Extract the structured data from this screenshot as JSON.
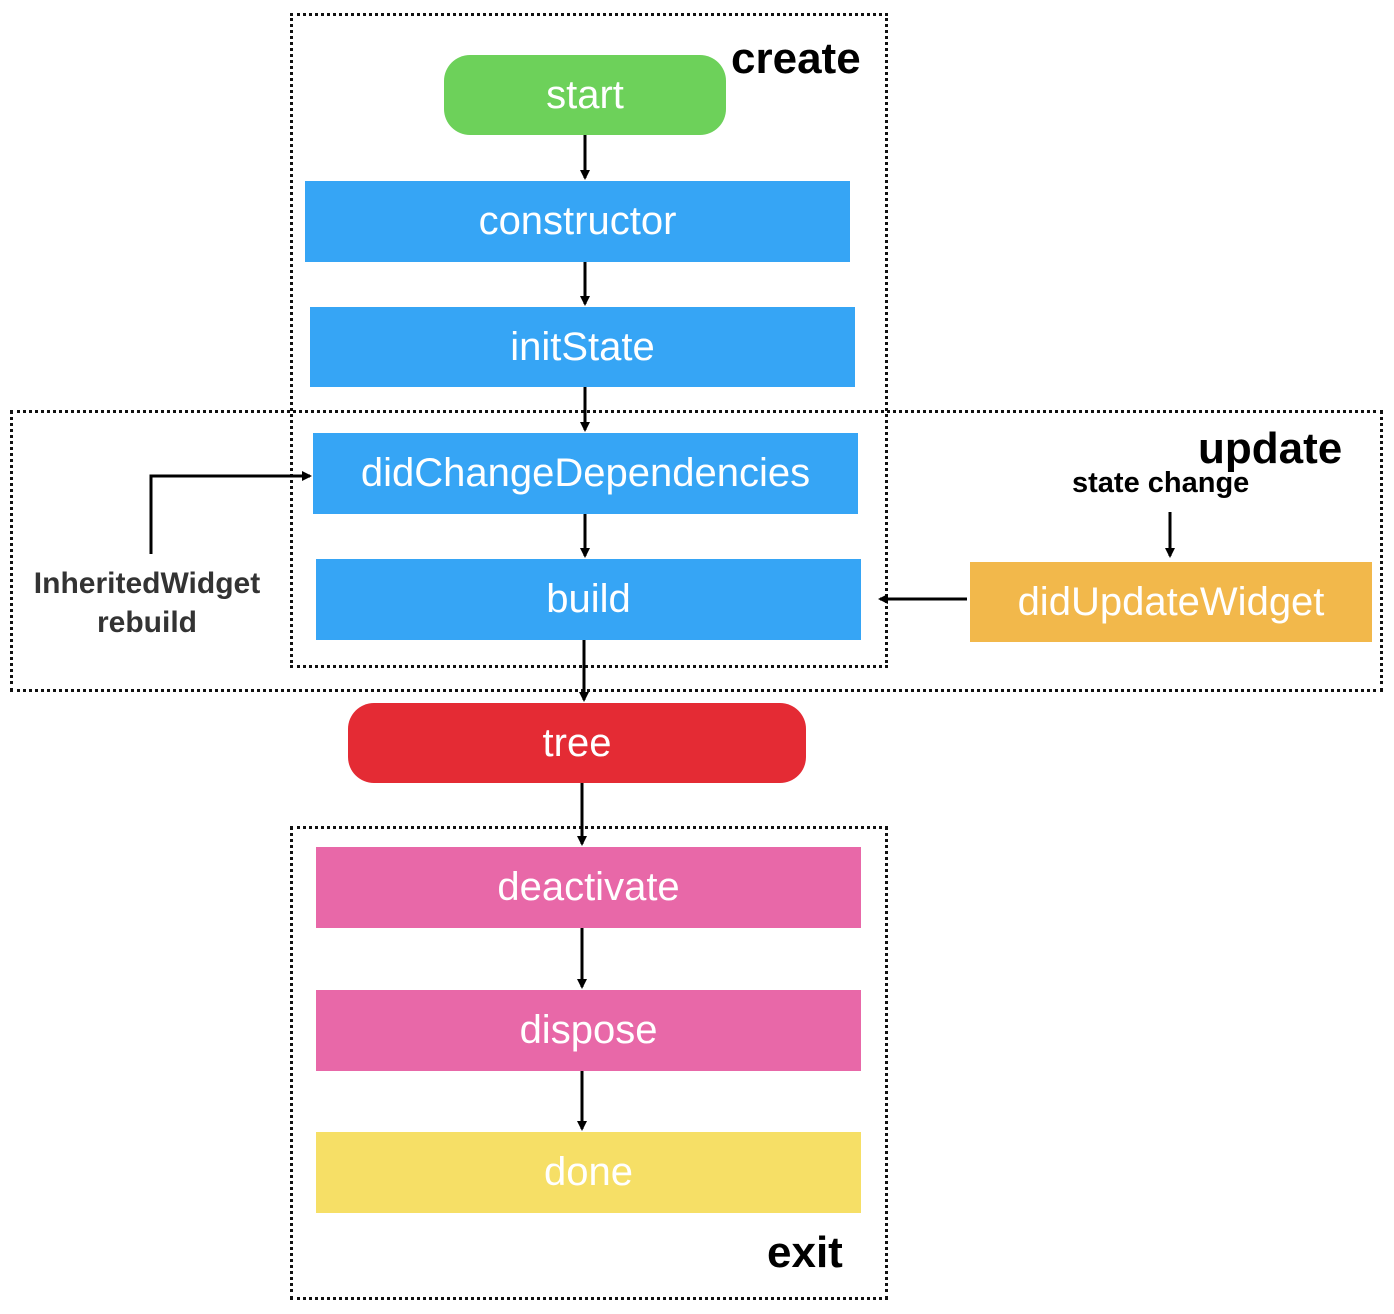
{
  "colors": {
    "start": "#6dd15a",
    "lifecycle": "#36a5f5",
    "update_widget": "#f2b84b",
    "tree": "#e42b34",
    "exit": "#e868a8",
    "done": "#f6df66"
  },
  "groups": {
    "create": "create",
    "update": "update",
    "exit": "exit"
  },
  "nodes": {
    "start": "start",
    "constructor": "constructor",
    "init_state": "initState",
    "did_change_dependencies": "didChangeDependencies",
    "build": "build",
    "did_update_widget": "didUpdateWidget",
    "tree": "tree",
    "deactivate": "deactivate",
    "dispose": "dispose",
    "done": "done"
  },
  "notes": {
    "state_change": "state change",
    "inherited_widget_line1": "InheritedWidget",
    "inherited_widget_line2": "rebuild"
  }
}
